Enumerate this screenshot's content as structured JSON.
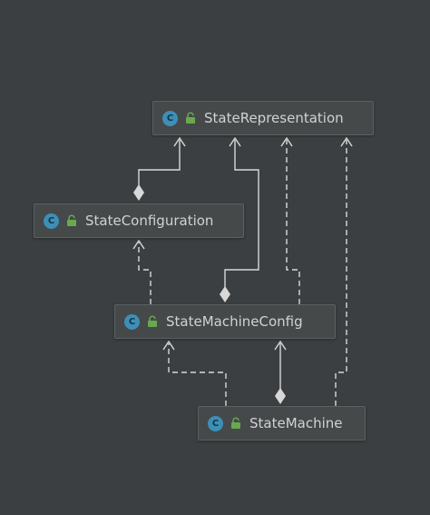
{
  "nodes": [
    {
      "id": "state-representation",
      "label": "StateRepresentation",
      "badge": "C"
    },
    {
      "id": "state-configuration",
      "label": "StateConfiguration",
      "badge": "C"
    },
    {
      "id": "state-machine-config",
      "label": "StateMachineConfig",
      "badge": "C"
    },
    {
      "id": "state-machine",
      "label": "StateMachine",
      "badge": "C"
    }
  ],
  "edges": [
    {
      "from": "state-configuration",
      "to": "state-representation",
      "type": "composition",
      "style": "solid"
    },
    {
      "from": "state-machine-config",
      "to": "state-representation",
      "type": "composition",
      "style": "solid"
    },
    {
      "from": "state-machine-config",
      "to": "state-representation",
      "type": "dependency",
      "style": "dashed"
    },
    {
      "from": "state-machine",
      "to": "state-representation",
      "type": "dependency",
      "style": "dashed"
    },
    {
      "from": "state-machine-config",
      "to": "state-configuration",
      "type": "dependency",
      "style": "dashed"
    },
    {
      "from": "state-machine",
      "to": "state-machine-config",
      "type": "composition",
      "style": "solid"
    },
    {
      "from": "state-machine",
      "to": "state-machine-config",
      "type": "dependency",
      "style": "dashed"
    }
  ],
  "colors": {
    "background": "#3c3f41",
    "node_fill": "#45494a",
    "node_border": "#5c6064",
    "text": "#cfd3d7",
    "edge": "#d8d8d8",
    "class_badge": "#3d8fb7",
    "lock_icon": "#6aa84f"
  }
}
